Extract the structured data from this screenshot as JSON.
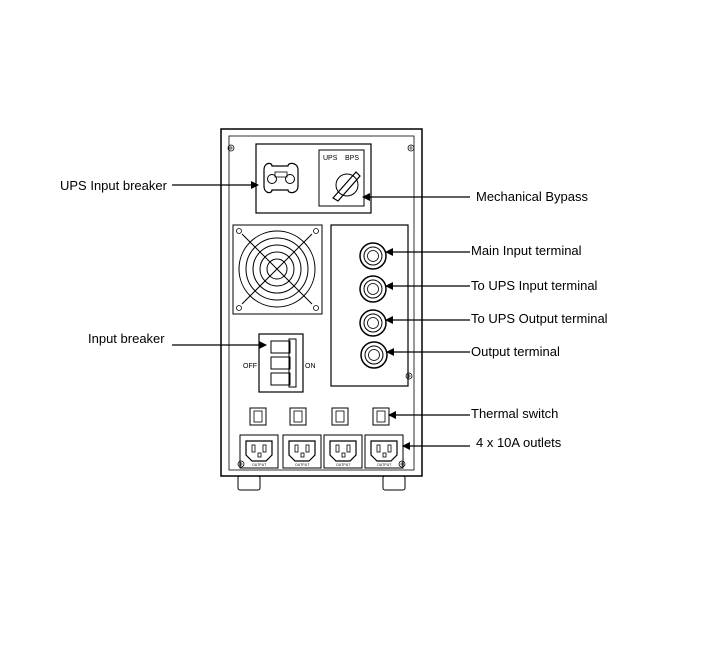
{
  "labels": {
    "ups_input_breaker": "UPS Input breaker",
    "mechanical_bypass": "Mechanical Bypass",
    "main_input_terminal": "Main Input terminal",
    "to_ups_input_terminal": "To UPS Input terminal",
    "to_ups_output_terminal": "To UPS Output terminal",
    "output_terminal": "Output terminal",
    "input_breaker": "Input breaker",
    "thermal_switch": "Thermal switch",
    "outlets": "4 x 10A outlets"
  },
  "bypass_switch": {
    "left_label": "UPS",
    "right_label": "BPS"
  },
  "breaker": {
    "off_label": "OFF",
    "on_label": "ON"
  },
  "outlet_labels": [
    "OUTPUT",
    "OUTPUT",
    "OUTPUT",
    "OUTPUT"
  ]
}
